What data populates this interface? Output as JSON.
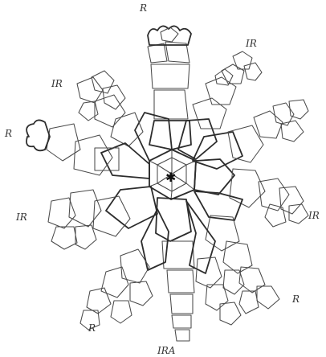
{
  "figure": {
    "labels": {
      "top": "R",
      "upper_right": "IR",
      "upper_left": "IR",
      "left": "R",
      "lower_left": "IR",
      "right": "IR",
      "lower_right": "R",
      "bottom_left": "R",
      "bottom": "IRA"
    }
  },
  "colors": {
    "stroke": "#4a4a4a",
    "heavy_stroke": "#2c2c2c",
    "background": "#ffffff"
  }
}
